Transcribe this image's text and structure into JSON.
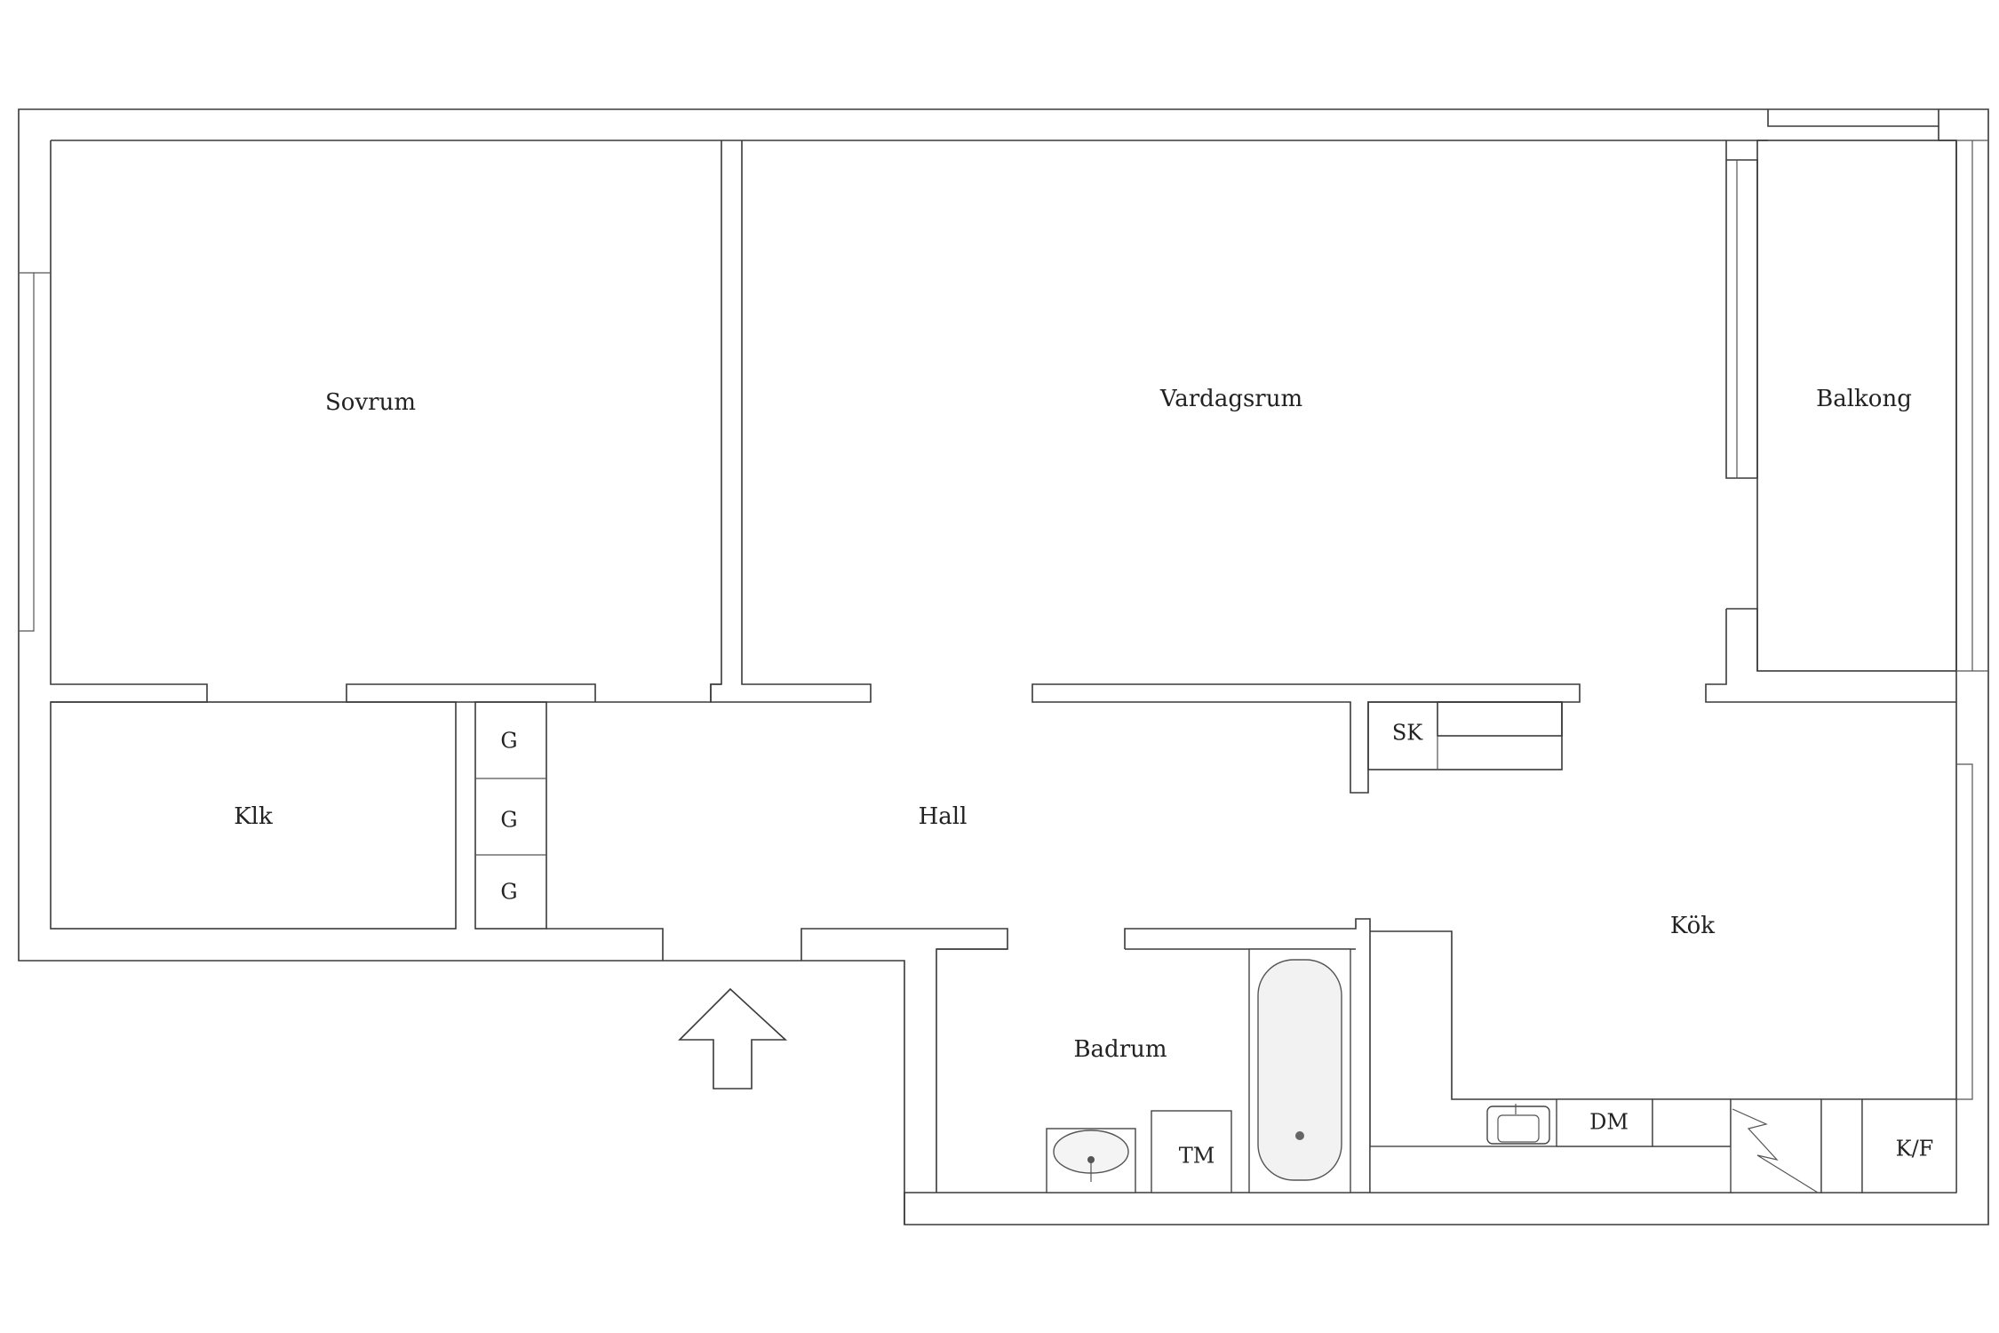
{
  "rooms": {
    "sovrum": "Sovrum",
    "vardagsrum": "Vardagsrum",
    "balkong": "Balkong",
    "klk": "Klk",
    "hall": "Hall",
    "kok": "Kök",
    "badrum": "Badrum"
  },
  "fixtures": {
    "g1": "G",
    "g2": "G",
    "g3": "G",
    "sk": "SK",
    "tm": "TM",
    "dm": "DM",
    "kf": "K/F"
  }
}
